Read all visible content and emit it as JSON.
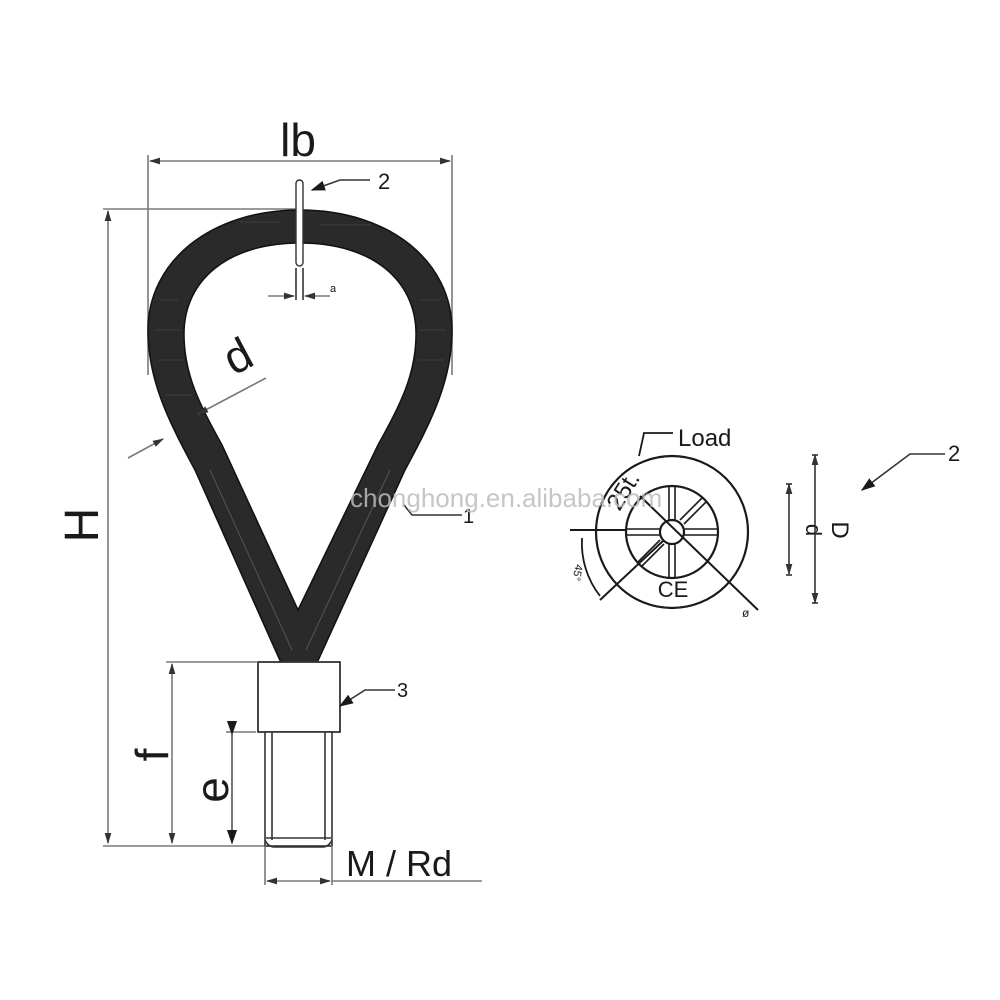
{
  "diagram": {
    "type": "engineering-drawing",
    "subject": "wire rope loop with pressed ferrule and threaded stud end",
    "watermark": "chonghong.en.alibaba.com",
    "colors": {
      "loop_fill": "#2a2a2a",
      "line": "#1a1a1a",
      "dimension_line": "#7a7a7a",
      "background": "#ffffff",
      "watermark": "#bdbdbd"
    }
  },
  "dimensions": {
    "loop_width": "lb",
    "overall_height": "H",
    "rope_diameter": "d",
    "tag_thickness": "a",
    "ferrule_length": "f",
    "thread_length": "e",
    "thread_size": "M / Rd"
  },
  "callouts": {
    "rope": "1",
    "tag_top": "2",
    "ferrule": "3",
    "tag_detail": "2"
  },
  "tag_detail": {
    "load_label": "Load",
    "load_value": "25t.",
    "marking": "CE",
    "angle": "45°",
    "diameter_symbol": "ø",
    "inner_diameter": "d",
    "outer_diameter": "D"
  }
}
